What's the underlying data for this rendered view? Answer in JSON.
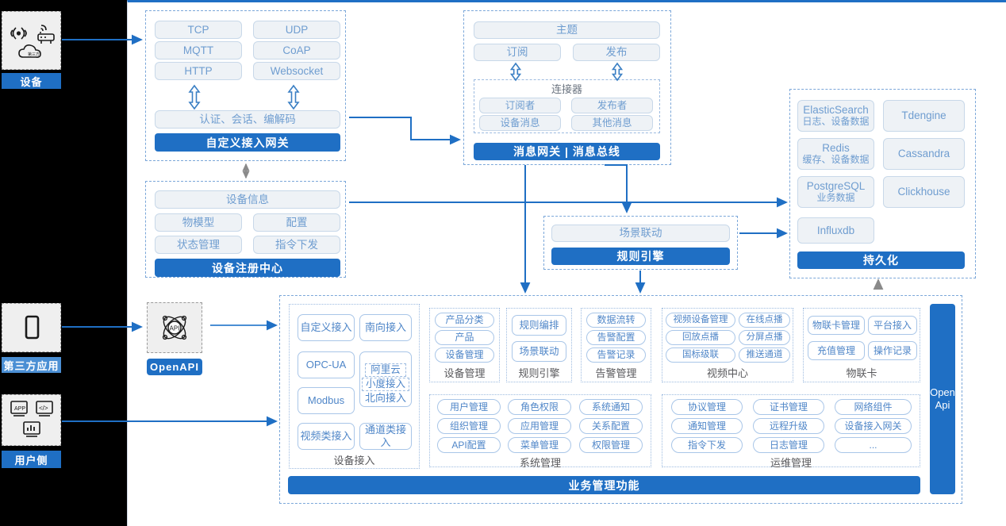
{
  "diagram": {
    "title": "IoT Platform Architecture",
    "accent": "#1f6fc4",
    "chip_text": "#6f9dd0",
    "border": "#7ba7d9"
  },
  "left_rail": [
    {
      "key": "device",
      "label": "设备",
      "icons": [
        "signal-icon",
        "router-icon",
        "cloud-icon"
      ]
    },
    {
      "key": "thirdparty",
      "label": "第三方应用",
      "icons": [
        "mobile-phone-icon"
      ]
    },
    {
      "key": "user",
      "label": "用户侧",
      "icons": [
        "app-window-icon",
        "code-window-icon",
        "chart-window-icon"
      ]
    }
  ],
  "openapi": {
    "label": "OpenAPI",
    "icon": "api-atom-icon"
  },
  "gateway": {
    "protocols": [
      "TCP",
      "UDP",
      "MQTT",
      "CoAP",
      "HTTP",
      "Websocket"
    ],
    "middle": "认证、会话、编解码",
    "footer": "自定义接入网关"
  },
  "message_bus": {
    "topic": "主题",
    "subscribe": "订阅",
    "publish": "发布",
    "connector_title": "连接器",
    "connector_items": [
      "订阅者",
      "发布者",
      "设备消息",
      "其他消息"
    ],
    "footer": "消息网关 | 消息总线"
  },
  "device_center": {
    "info": "设备信息",
    "items": [
      "物模型",
      "配置",
      "状态管理",
      "指令下发"
    ],
    "footer": "设备注册中心"
  },
  "rule_engine": {
    "scene": "场景联动",
    "footer": "规则引擎"
  },
  "persistence": {
    "left_items": [
      {
        "name": "ElasticSearch",
        "desc": "日志、设备数据"
      },
      {
        "name": "Redis",
        "desc": "缓存、设备数据"
      },
      {
        "name": "PostgreSQL",
        "desc": "业务数据"
      },
      {
        "name": "Influxdb",
        "desc": ""
      }
    ],
    "right_items": [
      {
        "name": "Tdengine",
        "desc": ""
      },
      {
        "name": "Cassandra",
        "desc": ""
      },
      {
        "name": "Clickhouse",
        "desc": ""
      }
    ],
    "footer": "持久化"
  },
  "business": {
    "footer": "业务管理功能",
    "openapi_side": "Open\nApi",
    "device_access": {
      "title": "设备接入",
      "left_col": [
        "自定义接入",
        "OPC-UA",
        "Modbus",
        "视频类接入"
      ],
      "right_col": [
        "南向接入",
        "通道类接入"
      ],
      "north": {
        "sub": [
          "阿里云",
          "小度接入"
        ],
        "label": "北向接入"
      }
    },
    "groups_row1": [
      {
        "title": "设备管理",
        "items": [
          "产品分类",
          "产品",
          "设备管理"
        ]
      },
      {
        "title": "规则引擎",
        "items": [
          "规则编排",
          "场景联动"
        ]
      },
      {
        "title": "告警管理",
        "items": [
          "数据流转",
          "告警配置",
          "告警记录"
        ]
      },
      {
        "title": "视频中心",
        "items": [
          "视频设备管理",
          "在线点播",
          "回放点播",
          "分屏点播",
          "国标级联",
          "推送通道"
        ]
      },
      {
        "title": "物联卡",
        "items": [
          "物联卡管理",
          "平台接入",
          "充值管理",
          "操作记录"
        ]
      }
    ],
    "groups_row2": [
      {
        "title": "系统管理",
        "items": [
          "用户管理",
          "角色权限",
          "系统通知",
          "组织管理",
          "应用管理",
          "关系配置",
          "API配置",
          "菜单管理",
          "权限管理"
        ]
      },
      {
        "title": "运维管理",
        "items": [
          "协议管理",
          "证书管理",
          "网络组件",
          "通知管理",
          "远程升级",
          "设备接入网关",
          "指令下发",
          "日志管理",
          "..."
        ]
      }
    ]
  }
}
